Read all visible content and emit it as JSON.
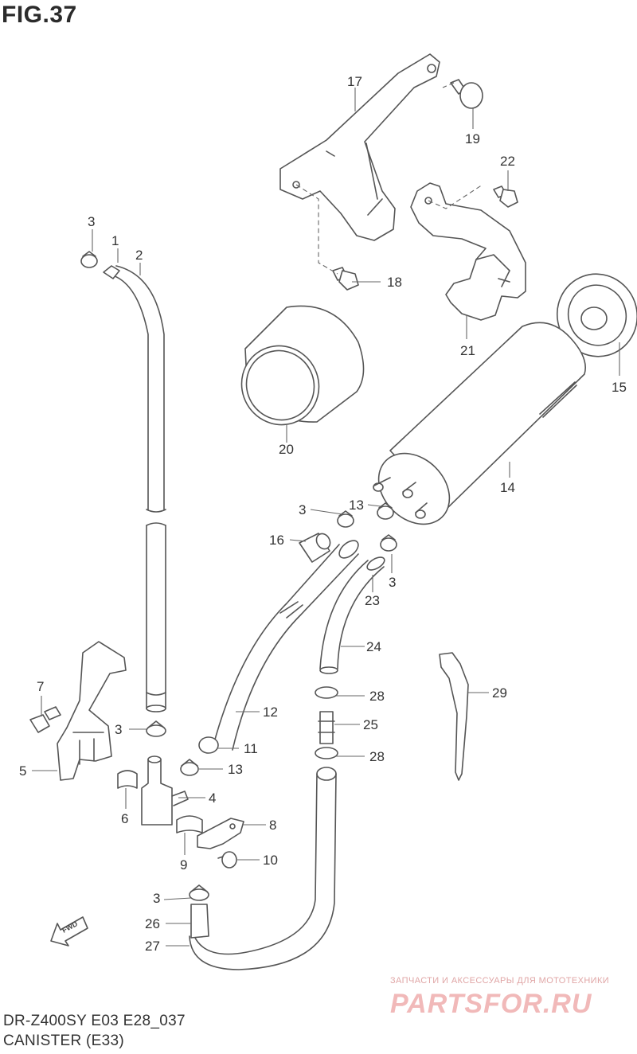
{
  "figure": {
    "title": "FIG.37"
  },
  "callouts": [
    {
      "id": "c1",
      "text": "1"
    },
    {
      "id": "c2",
      "text": "2"
    },
    {
      "id": "c3a",
      "text": "3"
    },
    {
      "id": "c3b",
      "text": "3"
    },
    {
      "id": "c3c",
      "text": "3"
    },
    {
      "id": "c3d",
      "text": "3"
    },
    {
      "id": "c3e",
      "text": "3"
    },
    {
      "id": "c4",
      "text": "4"
    },
    {
      "id": "c5",
      "text": "5"
    },
    {
      "id": "c6",
      "text": "6"
    },
    {
      "id": "c7",
      "text": "7"
    },
    {
      "id": "c8",
      "text": "8"
    },
    {
      "id": "c9",
      "text": "9"
    },
    {
      "id": "c10",
      "text": "10"
    },
    {
      "id": "c11",
      "text": "11"
    },
    {
      "id": "c12",
      "text": "12"
    },
    {
      "id": "c13a",
      "text": "13"
    },
    {
      "id": "c13b",
      "text": "13"
    },
    {
      "id": "c14",
      "text": "14"
    },
    {
      "id": "c15",
      "text": "15"
    },
    {
      "id": "c16",
      "text": "16"
    },
    {
      "id": "c17",
      "text": "17"
    },
    {
      "id": "c18",
      "text": "18"
    },
    {
      "id": "c19",
      "text": "19"
    },
    {
      "id": "c20",
      "text": "20"
    },
    {
      "id": "c21",
      "text": "21"
    },
    {
      "id": "c22",
      "text": "22"
    },
    {
      "id": "c23",
      "text": "23"
    },
    {
      "id": "c24",
      "text": "24"
    },
    {
      "id": "c25",
      "text": "25"
    },
    {
      "id": "c26",
      "text": "26"
    },
    {
      "id": "c27",
      "text": "27"
    },
    {
      "id": "c28a",
      "text": "28"
    },
    {
      "id": "c28b",
      "text": "28"
    },
    {
      "id": "c29",
      "text": "29"
    }
  ],
  "fwd_arrow": {
    "text": "FWD",
    "icon": "fwd-arrow-icon"
  },
  "footer": {
    "model": "DR-Z400SY E03 E28_037",
    "name": "CANISTER (E33)"
  },
  "watermark": {
    "tagline": "ЗАПЧАСТИ И АКСЕССУАРЫ ДЛЯ МОТОТЕХНИКИ",
    "brand": "PARTSFOR.RU",
    "color": "#f1b9b9"
  }
}
